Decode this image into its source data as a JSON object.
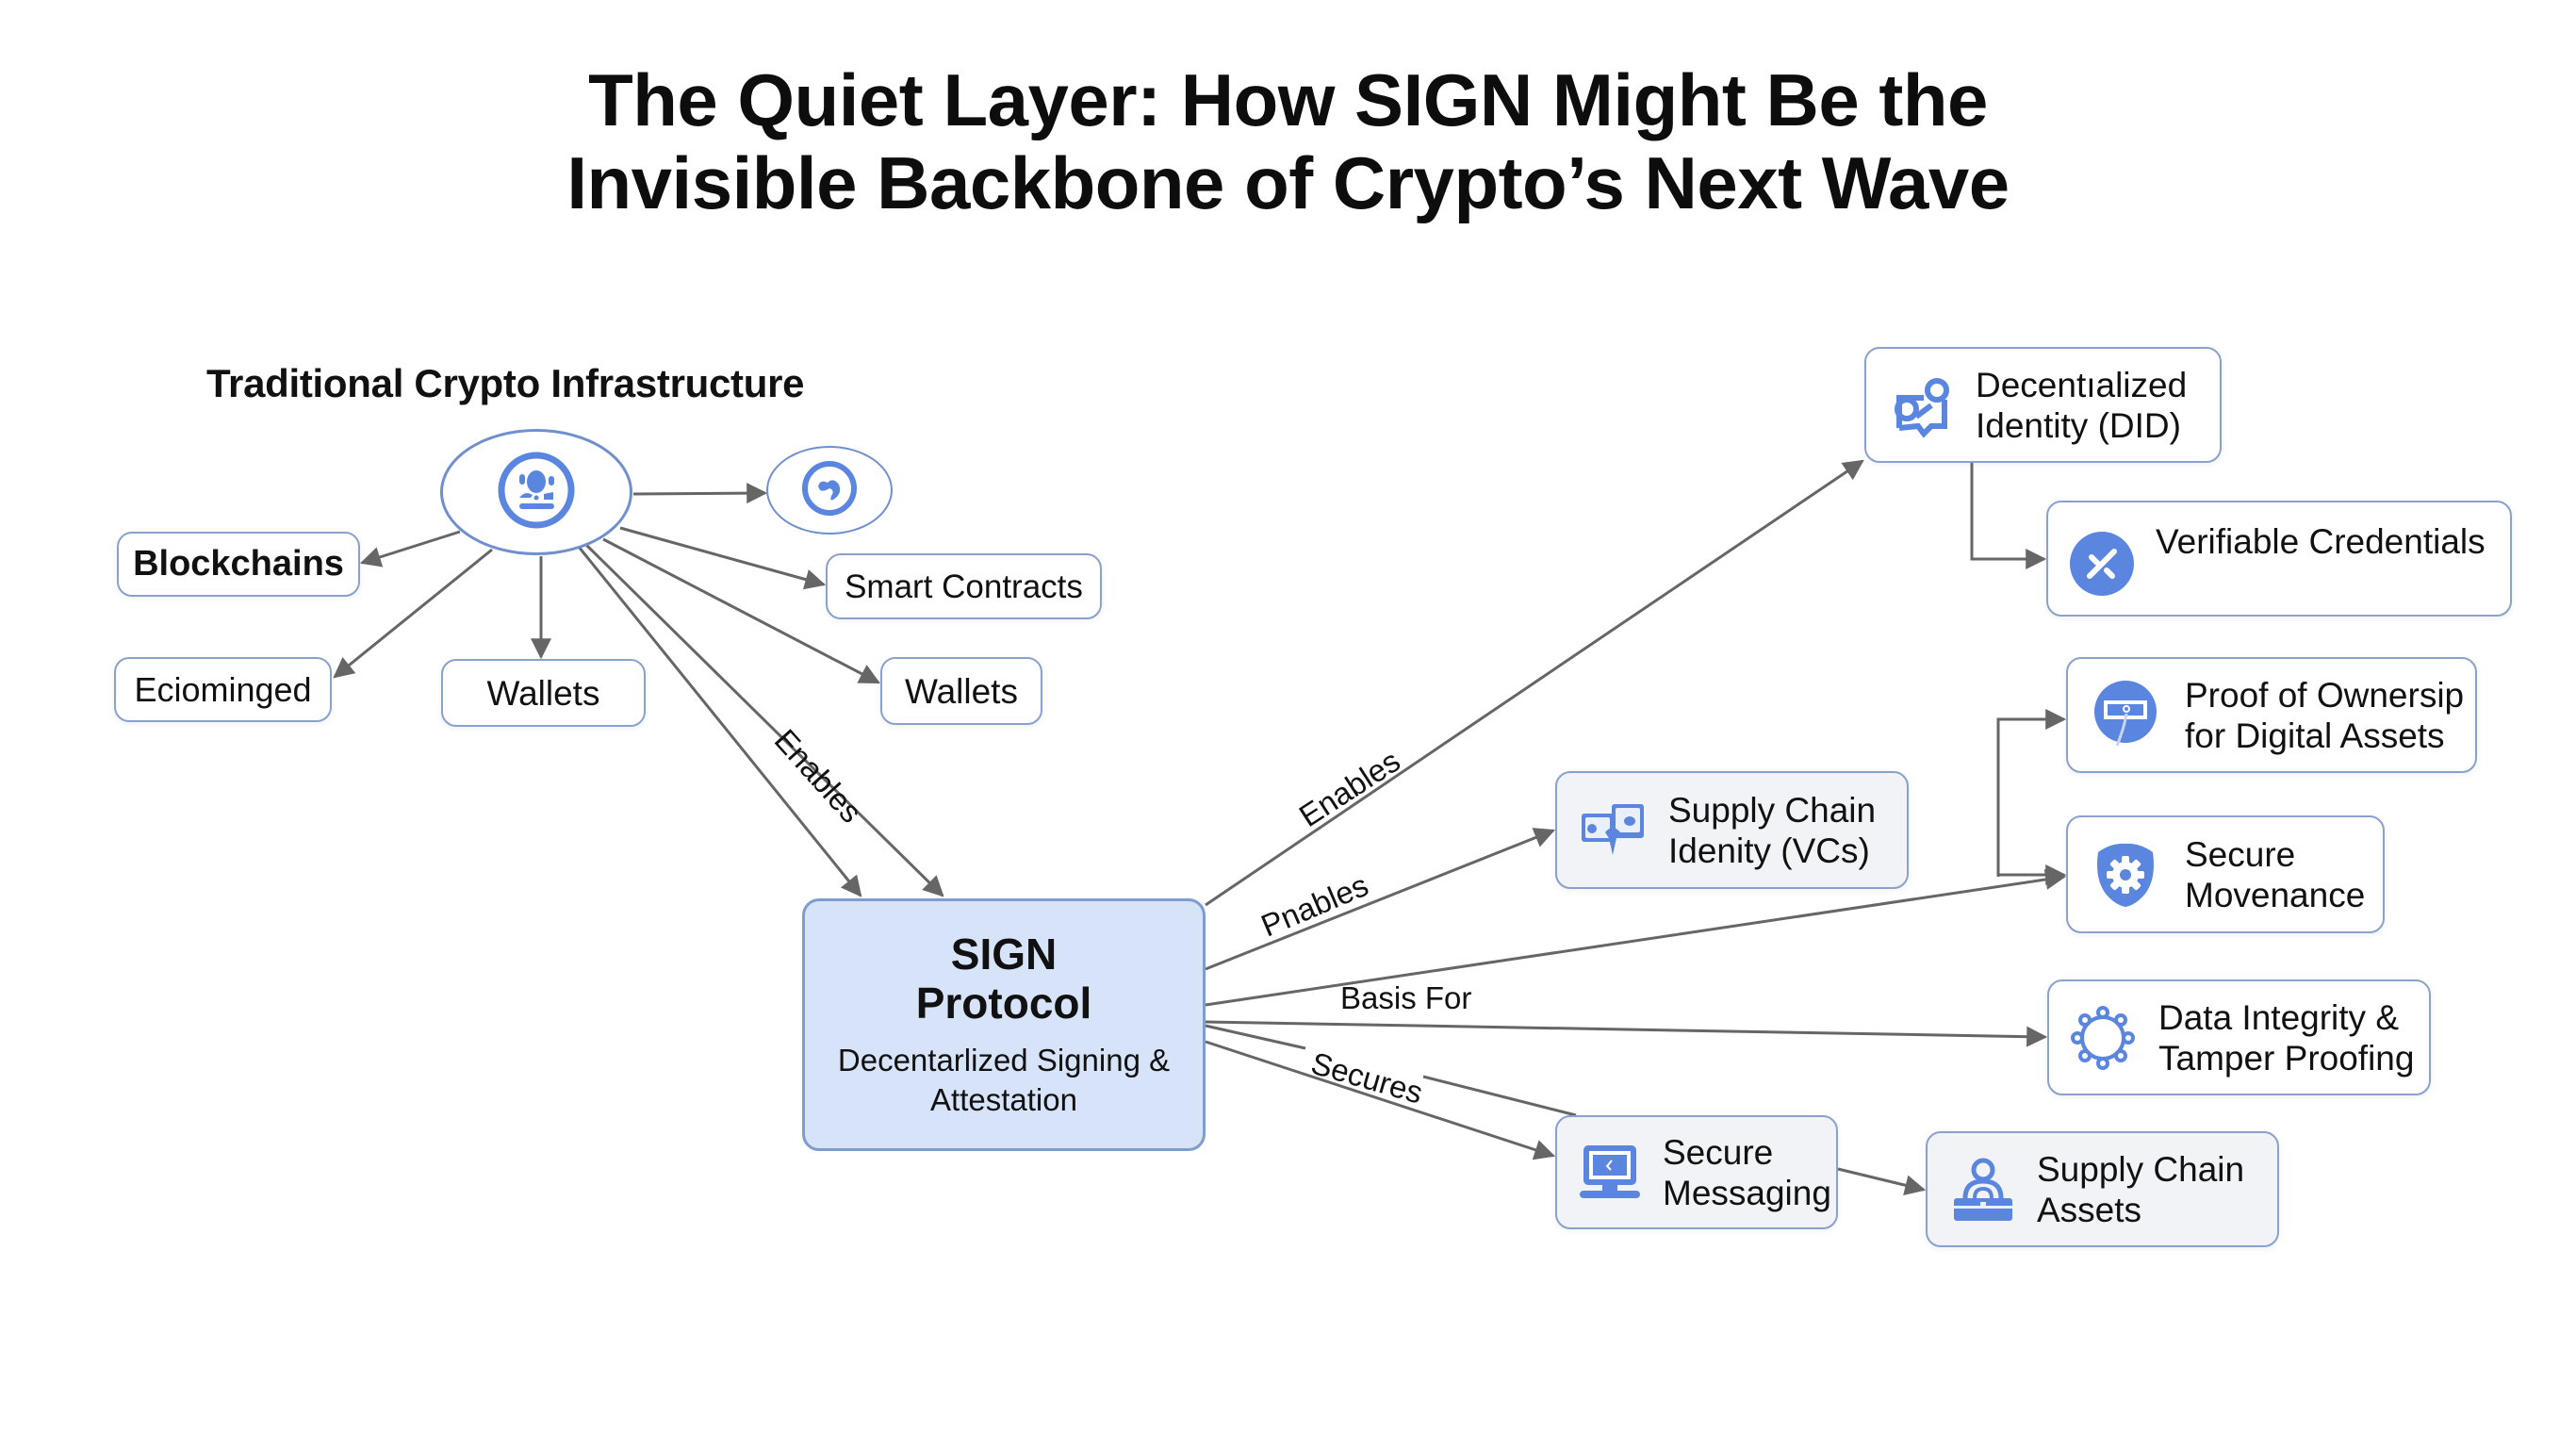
{
  "title": {
    "line1": "The Quiet Layer: How SIGN Might Be the",
    "line2": "Invisible Backbone of Crypto’s Next Wave"
  },
  "traditional": {
    "heading": "Traditional Crypto Infrastructure",
    "hub_icon": "network-hub-icon",
    "secondary_icon": "crypto-coin-icon",
    "nodes": [
      {
        "id": "blockchains",
        "label": "Blockchains"
      },
      {
        "id": "eciominged",
        "label": "Eciominged"
      },
      {
        "id": "wallets-left",
        "label": "Wallets"
      },
      {
        "id": "smart-contracts",
        "label": "Smart Contracts"
      },
      {
        "id": "wallets-right",
        "label": "Wallets"
      }
    ]
  },
  "sign": {
    "name_line1": "SIGN",
    "name_line2": "Protocol",
    "desc_line1": "Decentarlized Signing &",
    "desc_line2": "Attestation"
  },
  "edge_labels": {
    "to_sign": "Enables",
    "to_did": "Enables",
    "to_supply_identity": "Pnables",
    "to_data_integrity": "Basis For",
    "to_messaging": "Secures"
  },
  "applications": [
    {
      "id": "did",
      "line1": "Decentıalized",
      "line2": "Identity (DID)",
      "icon": "identity-chat-icon"
    },
    {
      "id": "vc",
      "line1": "Verifiable Credentials",
      "line2": "",
      "icon": "credential-check-icon"
    },
    {
      "id": "ownership",
      "line1": "Proof of Ownersip",
      "line2": "for Digital Assets",
      "icon": "ownership-tag-icon"
    },
    {
      "id": "movenance",
      "line1": "Secure",
      "line2": "Movenance",
      "icon": "shield-gear-icon"
    },
    {
      "id": "integrity",
      "line1": "Data Integrity &",
      "line2": "Tamper Proofing",
      "icon": "network-ring-icon"
    },
    {
      "id": "supply-identity",
      "line1": "Supply Chain",
      "line2": "Idenity (VCs)",
      "icon": "chat-bubbles-icon"
    },
    {
      "id": "messaging",
      "line1": "Secure",
      "line2": "Messaging",
      "icon": "computer-icon"
    },
    {
      "id": "supply-assets",
      "line1": "Supply Chain",
      "line2": "Assets",
      "icon": "person-box-icon"
    }
  ],
  "colors": {
    "accent_blue": "#5b86e0",
    "node_border": "#8aa1cc",
    "sign_fill": "#d6e3f8",
    "edge": "#666666"
  }
}
